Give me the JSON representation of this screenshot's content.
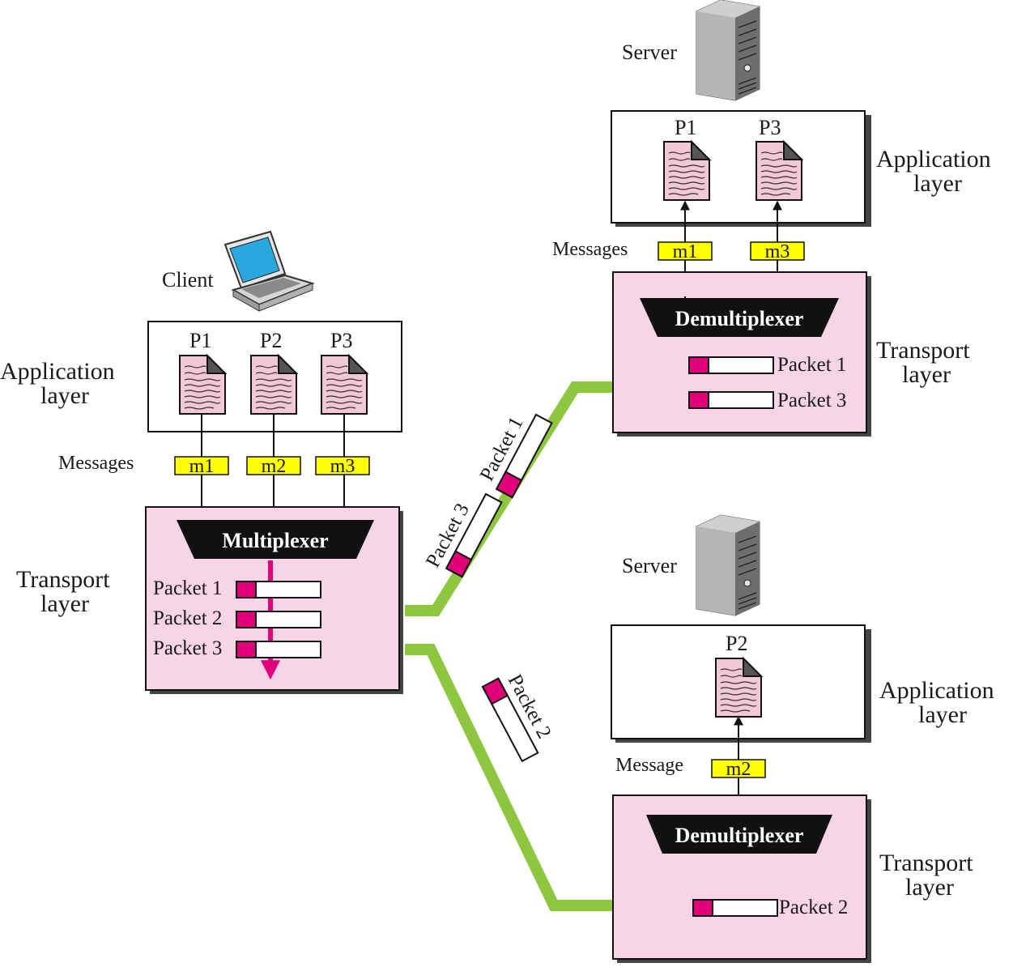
{
  "client": {
    "label": "Client",
    "app_layer_label": [
      "Application",
      "layer"
    ],
    "transport_layer_label": [
      "Transport",
      "layer"
    ],
    "processes": [
      "P1",
      "P2",
      "P3"
    ],
    "messages_label": "Messages",
    "messages": [
      "m1",
      "m2",
      "m3"
    ],
    "multiplexer_label": "Multiplexer",
    "packets": [
      "Packet 1",
      "Packet 2",
      "Packet 3"
    ]
  },
  "server1": {
    "label": "Server",
    "app_layer_label": [
      "Application",
      "layer"
    ],
    "transport_layer_label": [
      "Transport",
      "layer"
    ],
    "processes": [
      "P1",
      "P3"
    ],
    "messages_label": "Messages",
    "messages": [
      "m1",
      "m3"
    ],
    "demultiplexer_label": "Demultiplexer",
    "packets": [
      "Packet 1",
      "Packet 3"
    ]
  },
  "server2": {
    "label": "Server",
    "app_layer_label": [
      "Application",
      "layer"
    ],
    "transport_layer_label": [
      "Transport",
      "layer"
    ],
    "processes": [
      "P2"
    ],
    "messages_label": "Message",
    "messages": [
      "m2"
    ],
    "demultiplexer_label": "Demultiplexer",
    "packets": [
      "Packet 2"
    ]
  },
  "in_transit": [
    "Packet 1",
    "Packet 3",
    "Packet 2"
  ],
  "colors": {
    "transport_fill": "#f7d4e6",
    "link": "#8dc63f",
    "message_tag": "#ffff00",
    "packet_header": "#e0007a",
    "mux": "#111111",
    "doc_fill": "#f2c8d8"
  }
}
